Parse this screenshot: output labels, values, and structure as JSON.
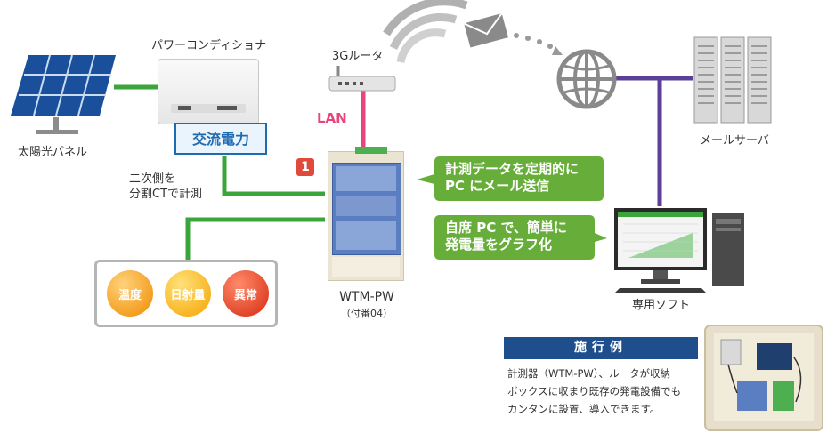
{
  "labels": {
    "solar_panel": "太陽光パネル",
    "power_conditioner": "パワーコンディショナ",
    "router": "3Gルータ",
    "lan": "LAN",
    "mail_server": "メールサーバ",
    "software": "専用ソフト",
    "ac_power": "交流電力",
    "measurement": "二次側を\n分割CTで計測",
    "device_name": "WTM-PW",
    "device_sub": "（付番04）",
    "badge_number": "1"
  },
  "bubbles": {
    "top": "計測データを定期的に\nPC にメール送信",
    "bottom": "自席 PC で、簡単に\n発電量をグラフ化"
  },
  "sensors": [
    {
      "label": "温度",
      "color": "#f08a00"
    },
    {
      "label": "日射量",
      "color": "#f5a300"
    },
    {
      "label": "異常",
      "color": "#d62a10"
    }
  ],
  "example": {
    "title": "施行例",
    "description": "計測器（WTM-PW）、ルータが収納\nボックスに収まり既存の発電設備でも\nカンタンに設置、導入できます。"
  },
  "colors": {
    "green_line": "#3aa53a",
    "lan_line": "#e8457d",
    "server_line": "#5b3f99",
    "ac_box_border": "#1e6bb0",
    "bubble": "#67ad3a",
    "header": "#1e4f8c"
  }
}
